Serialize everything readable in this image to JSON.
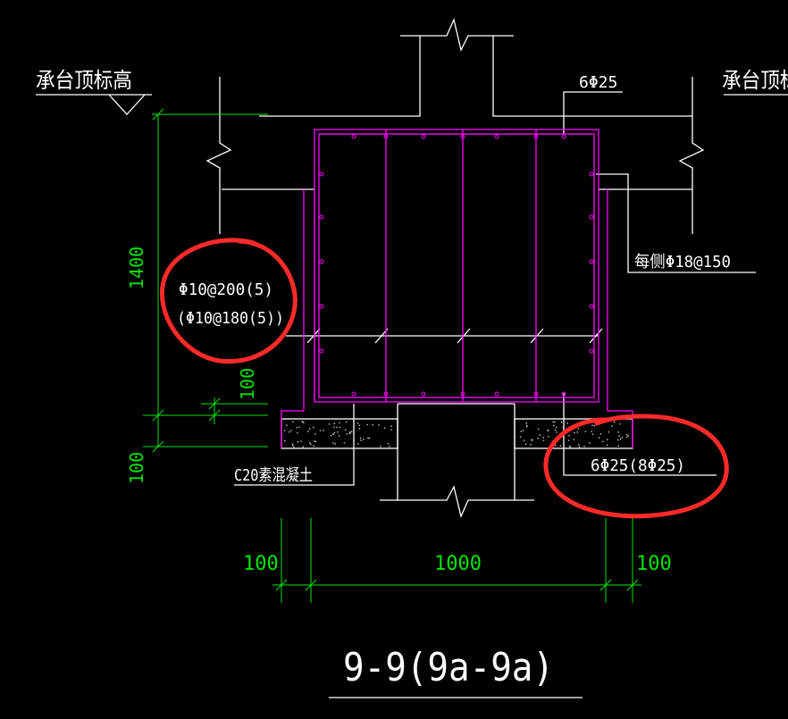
{
  "drawing": {
    "left_elevation_label": "承台顶标高",
    "right_elevation_label": "承台顶标高",
    "top_bar_label": "6Φ25",
    "side_bar_label": "每侧Φ18@150",
    "stirrup_label_1": "Φ10@200(5)",
    "stirrup_label_2": "(Φ10@180(5))",
    "bottom_bar_label": "6Φ25(8Φ25)",
    "cushion_label": "C20素混凝土",
    "dim_height": "1400",
    "dim_cover_upper": "100",
    "dim_cover_lower": "100",
    "dim_left": "100",
    "dim_middle": "1000",
    "dim_right": "100",
    "section_title": "9-9(9a-9a)"
  },
  "colors": {
    "background": "#000000",
    "beam_outline": "#ff00ff",
    "lines": "#ffffff",
    "dimensions": "#00e600",
    "markup": "#ff2a2a"
  }
}
